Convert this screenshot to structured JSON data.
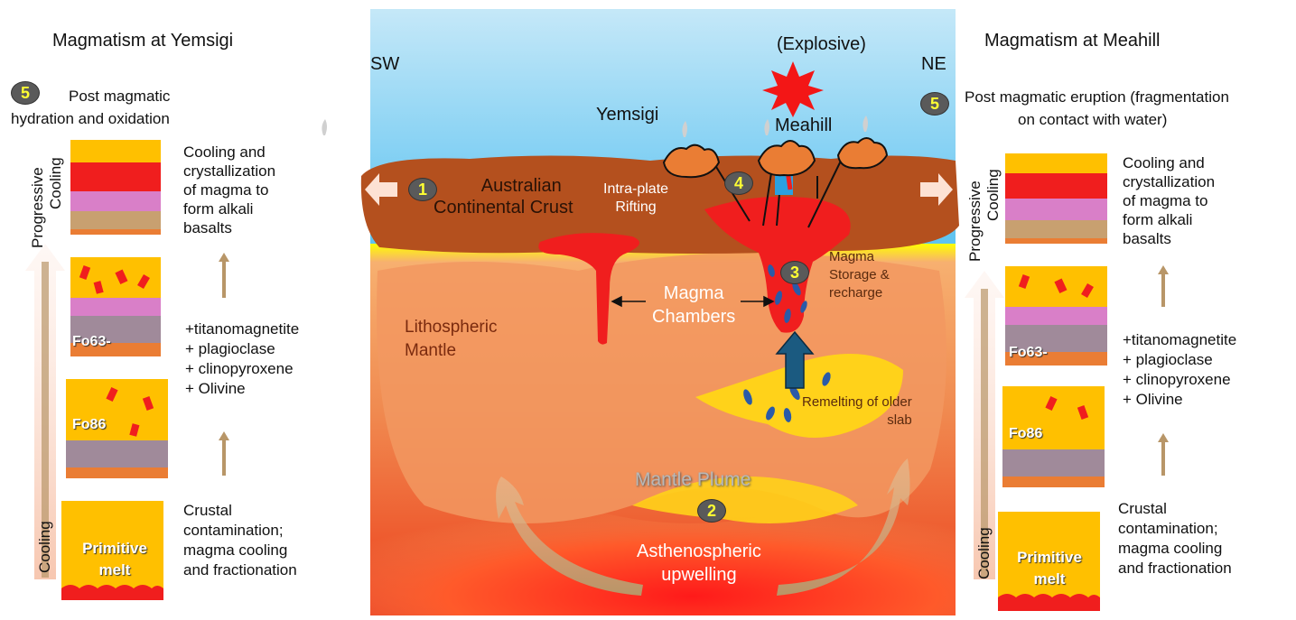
{
  "left": {
    "title": "Magmatism at Yemsigi",
    "step5_badge": "5",
    "step5_line1": "Post magmatic",
    "step5_line2": "hydration and oxidation",
    "progressive": "Progressive",
    "cooling_small": "Cooling",
    "cooling_big": "Cooling",
    "text_crystal": [
      "Cooling and",
      "crystallization",
      "of magma to",
      "form alkali",
      "basalts"
    ],
    "text_minerals": [
      "+titanomagnetite",
      "+ plagioclase",
      "+ clinopyroxene",
      "+ Olivine"
    ],
    "text_crustal": [
      "Crustal",
      "contamination;",
      "magma cooling",
      "and fractionation"
    ],
    "label_fo63": "Fo63-",
    "label_fo86": "Fo86",
    "label_primitive": [
      "Primitive",
      "melt"
    ]
  },
  "right": {
    "title": "Magmatism at Meahill",
    "step5_badge": "5",
    "step5_line1": "Post magmatic eruption (fragmentation",
    "step5_line2": "on contact with water)",
    "progressive": "Progressive",
    "cooling_small": "Cooling",
    "cooling_big": "Cooling",
    "text_crystal": [
      "Cooling and",
      "crystallization",
      "of magma to",
      "form alkali",
      "basalts"
    ],
    "text_minerals": [
      "+titanomagnetite",
      "+ plagioclase",
      "+ clinopyroxene",
      "+ Olivine"
    ],
    "text_crustal": [
      "Crustal",
      "contamination;",
      "magma cooling",
      "and fractionation"
    ],
    "label_fo63": "Fo63-",
    "label_fo86": "Fo86",
    "label_primitive": [
      "Primitive",
      "melt"
    ]
  },
  "center": {
    "sw": "SW",
    "ne": "NE",
    "explosive": "(Explosive)",
    "yemsigi": "Yemsigi",
    "meahill": "Meahill",
    "crust_line1": "Australian",
    "crust_line2": "Continental Crust",
    "rifting_line1": "Intra-plate",
    "rifting_line2": "Rifting",
    "mantle_line1": "Lithospheric",
    "mantle_line2": "Mantle",
    "chambers_line1": "Magma",
    "chambers_line2": "Chambers",
    "storage_line1": "Magma",
    "storage_line2": "Storage &",
    "storage_line3": "recharge",
    "remelt_line1": "Remelting of older",
    "remelt_line2": "slab",
    "plume": "Mantle Plume",
    "astheno_line1": "Asthenospheric",
    "astheno_line2": "upwelling",
    "badge1": "1",
    "badge2": "2",
    "badge3": "3",
    "badge4": "4"
  },
  "colors": {
    "sky_top": "#bfe6f7",
    "sky_bottom": "#5fc3f0",
    "crust": "#b4501e",
    "mantle_light": "#f2a66a",
    "mantle_deep": "#e8402a",
    "magma": "#f01e1e",
    "yellow_band": "#ffff00",
    "arrow_tan": "#b89668",
    "box_orange": "#ffc000",
    "badge_gray": "#5a5a5a",
    "badge_text": "#ffff33"
  }
}
